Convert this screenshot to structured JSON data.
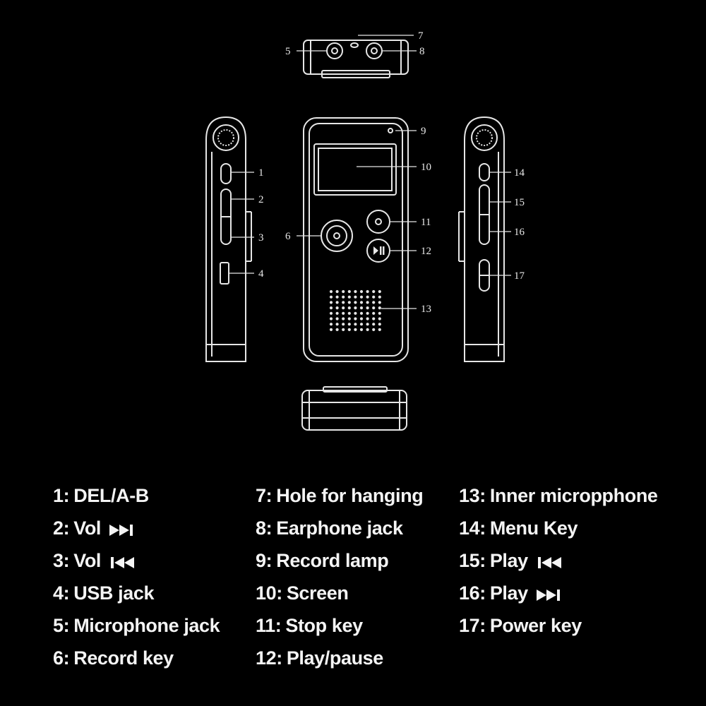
{
  "callouts": [
    "1",
    "2",
    "3",
    "4",
    "5",
    "6",
    "7",
    "8",
    "9",
    "10",
    "11",
    "12",
    "13",
    "14",
    "15",
    "16",
    "17"
  ],
  "legend": {
    "col1": [
      {
        "num": "1:",
        "text": "DEL/A-B"
      },
      {
        "num": "2:",
        "text": "Vol",
        "icon": "next-track-icon"
      },
      {
        "num": "3:",
        "text": "Vol",
        "icon": "prev-track-icon"
      },
      {
        "num": "4:",
        "text": "USB  jack"
      },
      {
        "num": "5:",
        "text": "Microphone  jack"
      },
      {
        "num": "6:",
        "text": "Record  key"
      }
    ],
    "col2": [
      {
        "num": "7:",
        "text": "Hole for hanging"
      },
      {
        "num": "8:",
        "text": "Earphone  jack"
      },
      {
        "num": "9:",
        "text": "Record  lamp"
      },
      {
        "num": "10:",
        "text": "Screen"
      },
      {
        "num": "11:",
        "text": "Stop  key"
      },
      {
        "num": "12:",
        "text": "Play/pause"
      }
    ],
    "col3": [
      {
        "num": "13:",
        "text": "Inner micropphone"
      },
      {
        "num": "14:",
        "text": "Menu Key"
      },
      {
        "num": "15:",
        "text": "Play",
        "icon": "prev-track-icon"
      },
      {
        "num": "16:",
        "text": "Play",
        "icon": "next-track-icon"
      },
      {
        "num": "17:",
        "text": "Power  key"
      }
    ]
  },
  "colors": {
    "background": "#000000",
    "line": "#e6e6e6",
    "text": "#f2f2f2"
  }
}
